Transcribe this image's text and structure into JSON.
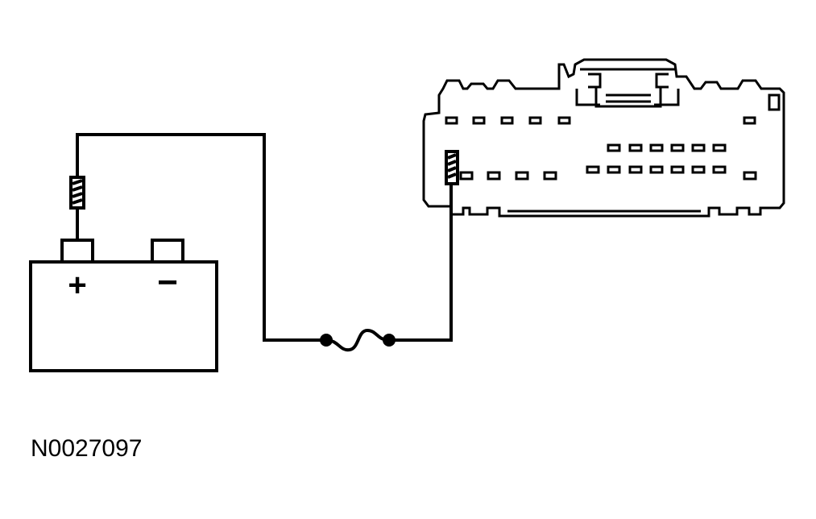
{
  "diagram": {
    "figure_id": "N0027097",
    "battery": {
      "positive_symbol": "+",
      "negative_symbol": "−"
    },
    "colors": {
      "line": "#000000",
      "background": "#ffffff"
    },
    "components": [
      "battery",
      "fuse",
      "connector",
      "wire"
    ]
  }
}
